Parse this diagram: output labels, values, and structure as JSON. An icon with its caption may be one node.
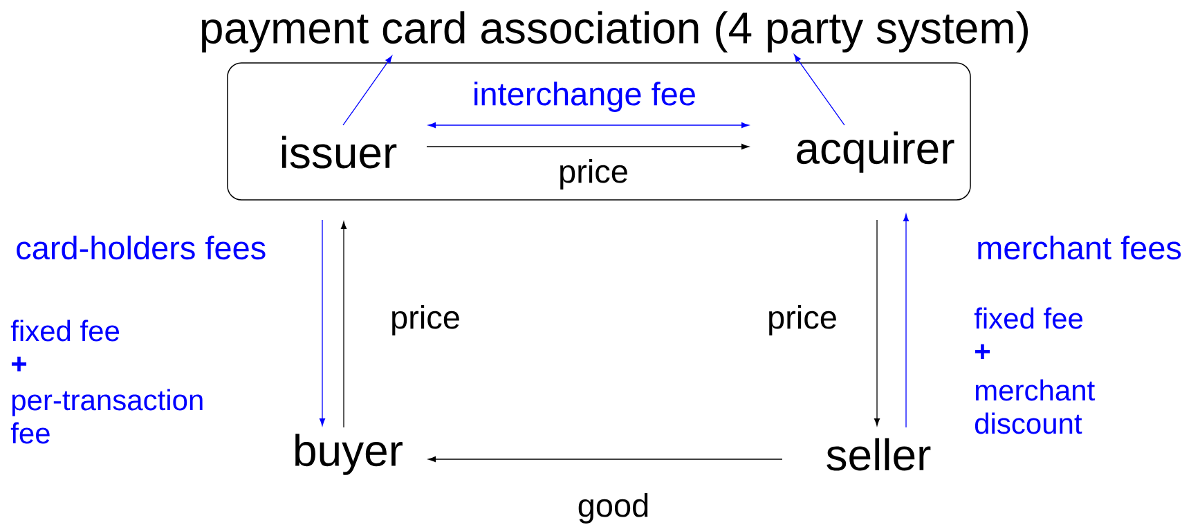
{
  "diagram": {
    "nodes": [
      {
        "text": [
          "payment card association (4 party system)"
        ]
      },
      {
        "text": [],
        "shape": "box"
      },
      {
        "text": [
          "issuer"
        ],
        "in": 1
      },
      {
        "text": [
          "acquirer"
        ],
        "in": 1
      },
      {
        "text": [
          "buyer"
        ]
      },
      {
        "text": [
          "seller"
        ]
      }
    ],
    "edges": [
      {
        "from": 2,
        "to": 0,
        "arrow": "to",
        "color": "#0000ff"
      },
      {
        "from": 3,
        "to": 0,
        "arrow": "to",
        "color": "#0000ff"
      },
      {
        "from": 2,
        "to": 3,
        "arrow": "both",
        "label": "interchange fee",
        "color": "#0000ff"
      },
      {
        "from": 2,
        "to": 3,
        "arrow": "to",
        "label": "price",
        "color": "#000000"
      },
      {
        "from": 2,
        "to": 4,
        "arrow": "to",
        "color": "#0000ff"
      },
      {
        "from": 4,
        "to": 2,
        "arrow": "to",
        "label": "price",
        "color": "#000000"
      },
      {
        "from": 3,
        "to": 5,
        "arrow": "to",
        "label": "price",
        "color": "#000000"
      },
      {
        "from": 5,
        "to": 3,
        "arrow": "to",
        "color": "#0000ff"
      },
      {
        "from": 5,
        "to": 4,
        "arrow": "to",
        "label": "good",
        "color": "#000000"
      }
    ],
    "labels": [
      "card-holders fees",
      "fixed fee",
      "+",
      "per-transaction fee",
      "merchant fees",
      "fixed fee",
      "+",
      "merchant discount"
    ]
  }
}
